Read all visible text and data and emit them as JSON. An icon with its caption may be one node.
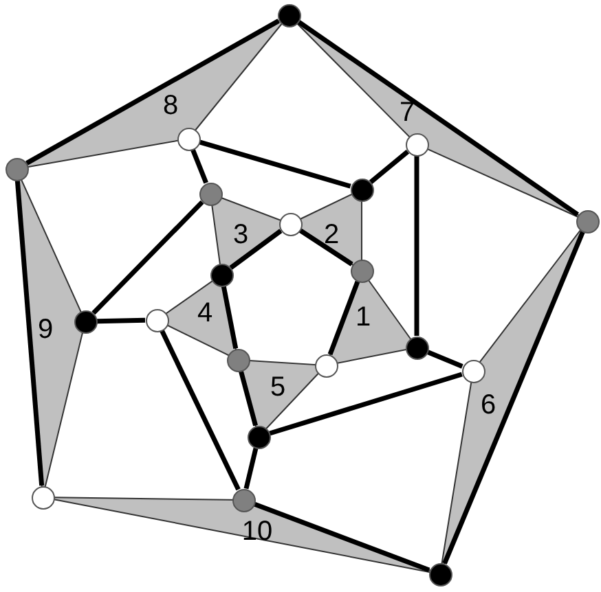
{
  "diagram": {
    "nodes": [
      {
        "text": [],
        "shape": "circle"
      },
      {
        "text": [],
        "shape": "circle"
      },
      {
        "text": [],
        "shape": "circle"
      },
      {
        "text": [],
        "shape": "circle"
      },
      {
        "text": [],
        "shape": "circle"
      },
      {
        "text": [],
        "shape": "circle"
      },
      {
        "text": [],
        "shape": "circle"
      },
      {
        "text": [],
        "shape": "circle"
      },
      {
        "text": [],
        "shape": "circle"
      },
      {
        "text": [],
        "shape": "circle"
      },
      {
        "text": [],
        "shape": "circle"
      },
      {
        "text": [],
        "shape": "circle"
      },
      {
        "text": [],
        "shape": "circle"
      },
      {
        "text": [],
        "shape": "circle"
      },
      {
        "text": [],
        "shape": "circle"
      },
      {
        "text": [],
        "shape": "circle"
      },
      {
        "text": [],
        "shape": "circle"
      },
      {
        "text": [],
        "shape": "circle"
      },
      {
        "text": [],
        "shape": "circle"
      },
      {
        "text": [],
        "shape": "circle"
      },
      {
        "text": [
          "1"
        ]
      },
      {
        "text": [
          "2"
        ]
      },
      {
        "text": [
          "3"
        ]
      },
      {
        "text": [
          "4"
        ]
      },
      {
        "text": [
          "5"
        ]
      },
      {
        "text": [
          "6"
        ]
      },
      {
        "text": [
          "7"
        ]
      },
      {
        "text": [
          "8"
        ]
      },
      {
        "text": [
          "9"
        ]
      },
      {
        "text": [
          "10"
        ]
      }
    ],
    "edges": [
      {
        "from": 0,
        "to": 3,
        "arrow": "none"
      },
      {
        "from": 0,
        "to": 6,
        "arrow": "none"
      },
      {
        "from": 3,
        "to": 17,
        "arrow": "none"
      },
      {
        "from": 6,
        "to": 19,
        "arrow": "none"
      },
      {
        "from": 18,
        "to": 19,
        "arrow": "none"
      },
      {
        "from": 1,
        "to": 5,
        "arrow": "none"
      },
      {
        "from": 1,
        "to": 4,
        "arrow": "none"
      },
      {
        "from": 2,
        "to": 4,
        "arrow": "none"
      },
      {
        "from": 2,
        "to": 12,
        "arrow": "none"
      },
      {
        "from": 10,
        "to": 5,
        "arrow": "none"
      },
      {
        "from": 10,
        "to": 11,
        "arrow": "none"
      },
      {
        "from": 11,
        "to": 18,
        "arrow": "none"
      },
      {
        "from": 12,
        "to": 15,
        "arrow": "none"
      },
      {
        "from": 15,
        "to": 16,
        "arrow": "none"
      },
      {
        "from": 7,
        "to": 9,
        "arrow": "none"
      },
      {
        "from": 7,
        "to": 8,
        "arrow": "none"
      },
      {
        "from": 8,
        "to": 14,
        "arrow": "none"
      },
      {
        "from": 9,
        "to": 13,
        "arrow": "none"
      },
      {
        "from": 13,
        "to": 16,
        "arrow": "none"
      },
      {
        "from": 16,
        "to": 18,
        "arrow": "none"
      }
    ]
  }
}
